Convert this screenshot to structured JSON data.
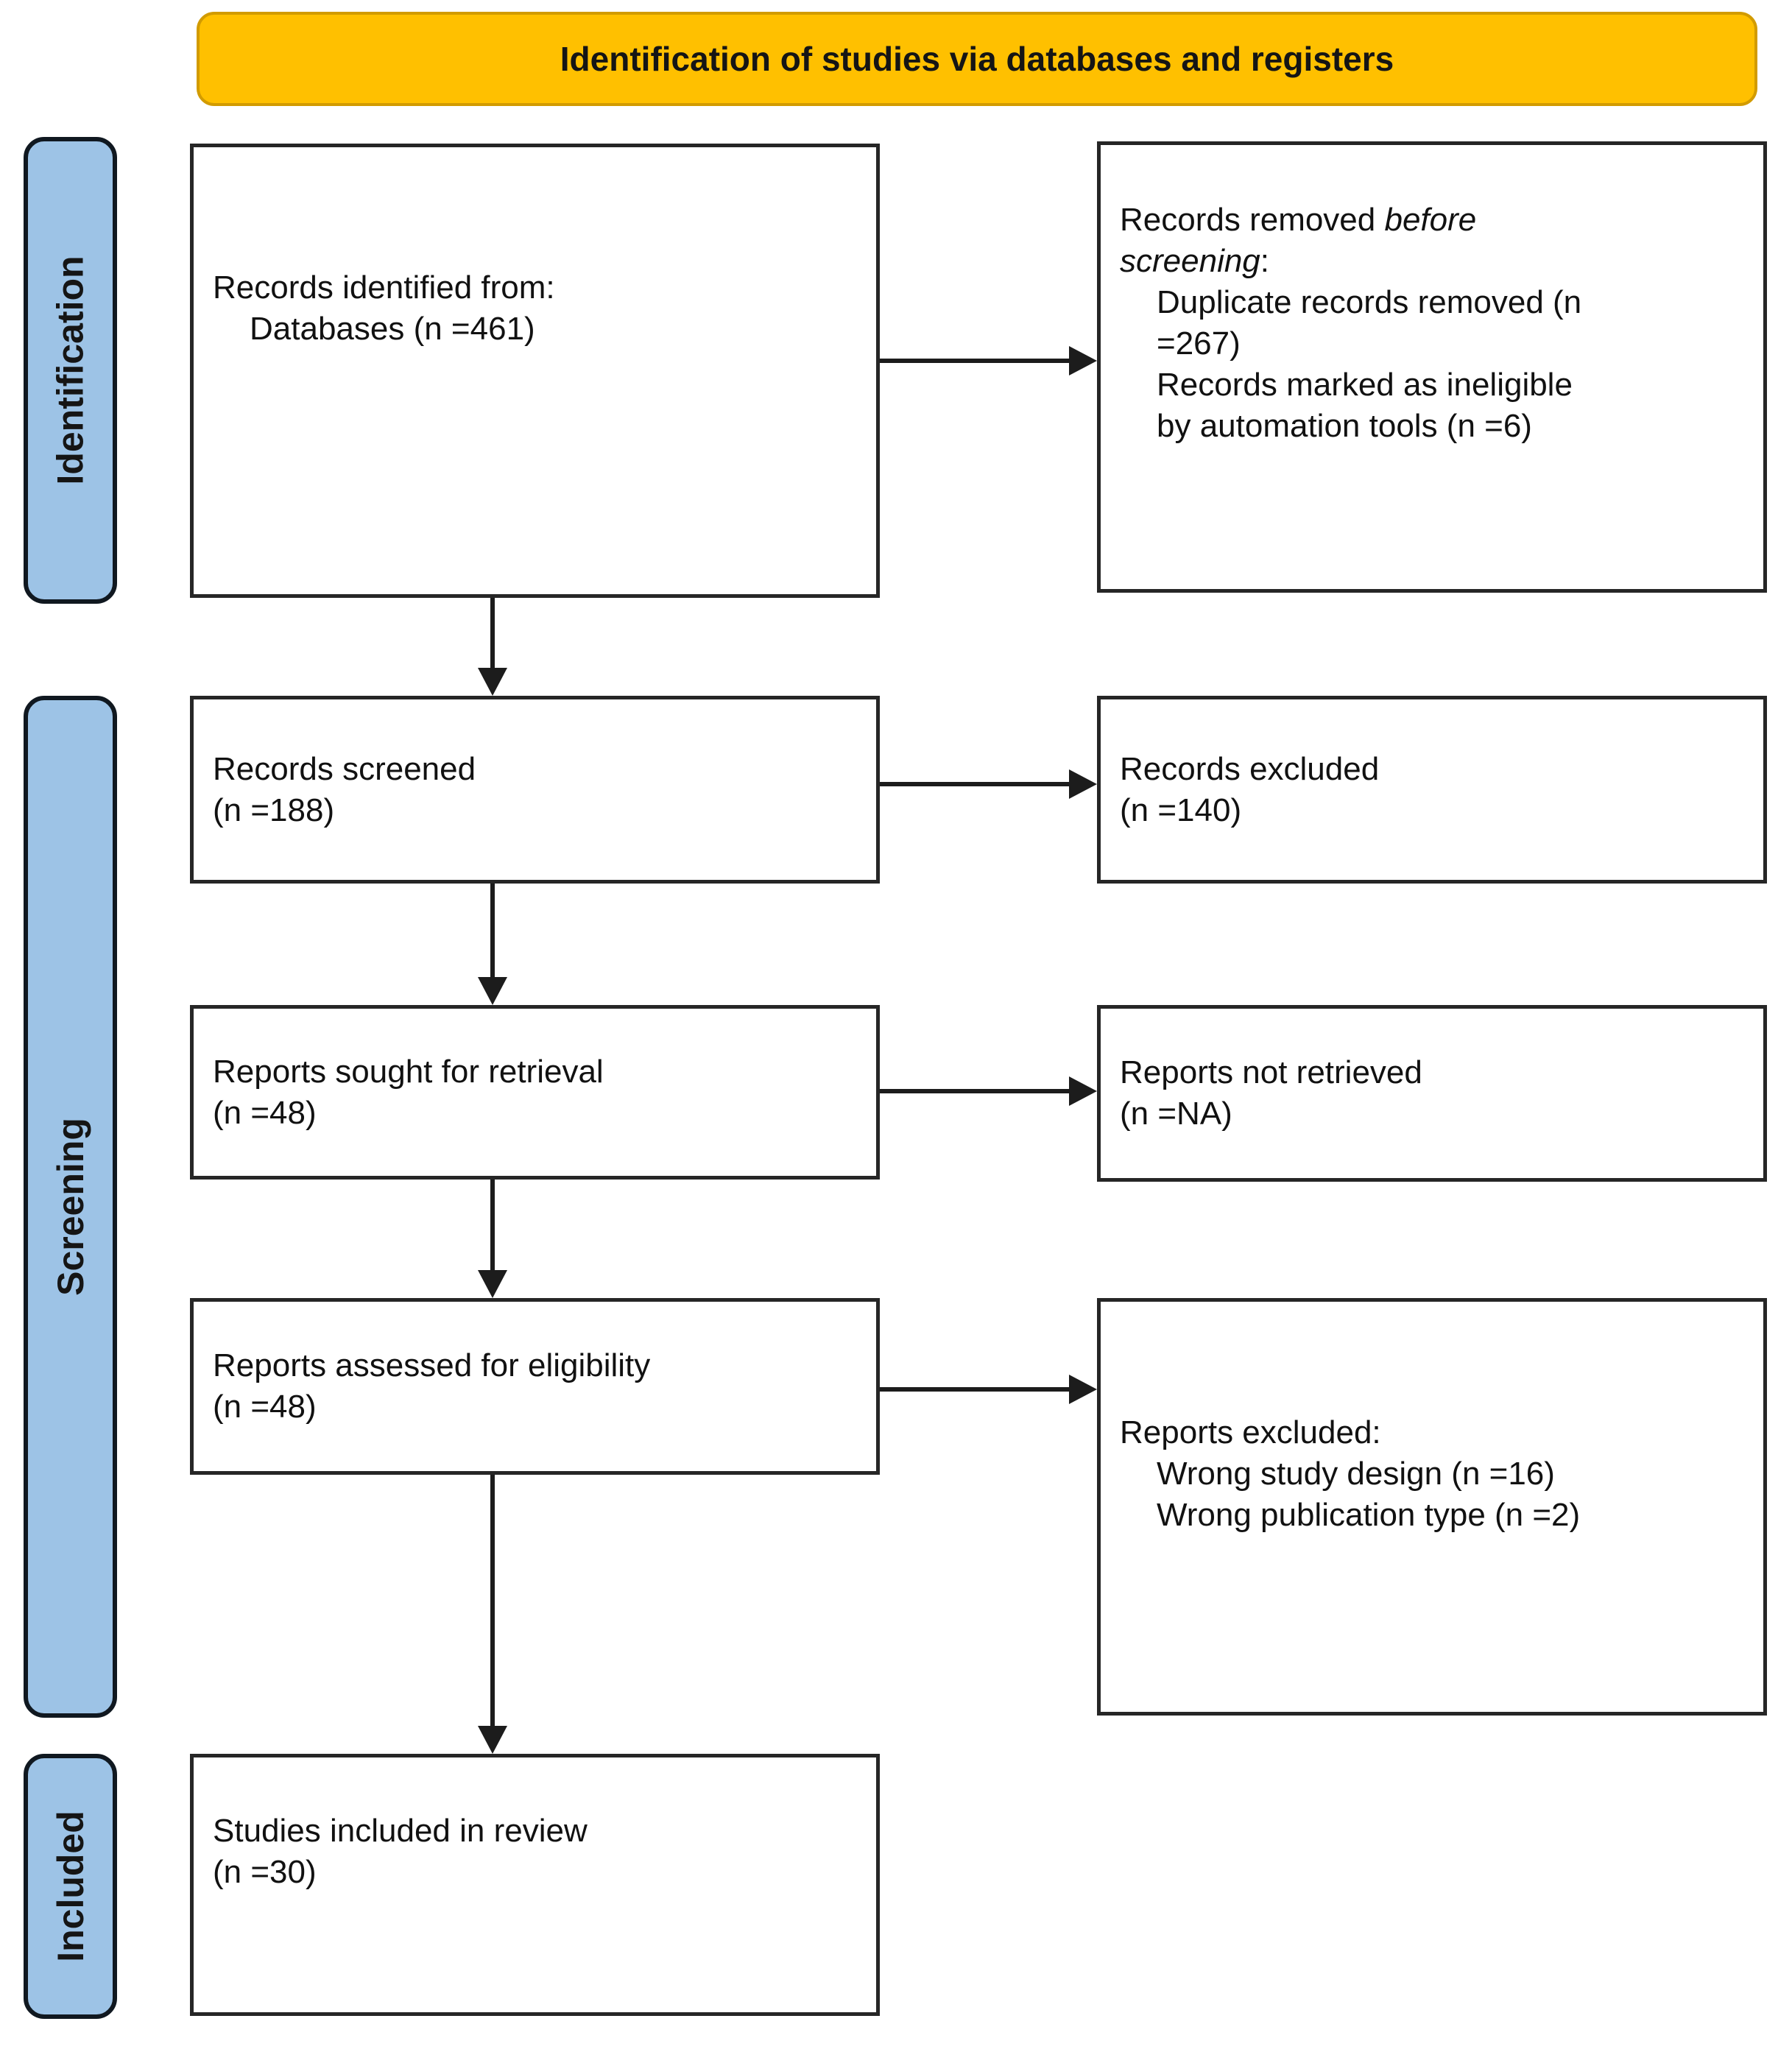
{
  "banner": {
    "label": "Identification of studies via databases and registers"
  },
  "stages": [
    {
      "label": "Identification"
    },
    {
      "label": "Screening"
    },
    {
      "label": "Included"
    }
  ],
  "boxes": {
    "records_identified": {
      "line1": "Records identified from:",
      "line2": "Databases (n =461)"
    },
    "records_removed": {
      "l1_normal": "Records removed ",
      "l1_italic": "before",
      "l2_italic": "screening",
      "l2_suffix": ":",
      "items": [
        {
          "lines": [
            "Duplicate records removed (n",
            "=267)"
          ]
        },
        {
          "lines": [
            "Records marked as ineligible",
            "by automation tools (n =6)"
          ]
        }
      ]
    },
    "records_screened": {
      "line1": "Records screened",
      "line2": "(n =188)"
    },
    "records_excluded": {
      "line1": "Records excluded",
      "line2": "(n =140)"
    },
    "reports_sought": {
      "line1": "Reports sought for retrieval",
      "line2": "(n =48)"
    },
    "reports_not_retrieved": {
      "line1": "Reports not retrieved",
      "line2": "(n =NA)"
    },
    "reports_assessed": {
      "line1": "Reports assessed for eligibility",
      "line2": "(n =48)"
    },
    "reports_excluded": {
      "line1": "Reports excluded:",
      "items": [
        {
          "text": "Wrong study design (n =16)"
        },
        {
          "text": "Wrong publication type (n =2)"
        }
      ]
    },
    "studies_included": {
      "line1": "Studies included in review",
      "line2": "(n =30)"
    }
  },
  "colors": {
    "banner_bg": "#FFC000",
    "banner_border": "#D29B00",
    "stage_bg": "#9DC3E6",
    "stage_border": "#101820",
    "box_border": "#262626",
    "arrow": "#1C1C1C",
    "text": "#111111"
  }
}
